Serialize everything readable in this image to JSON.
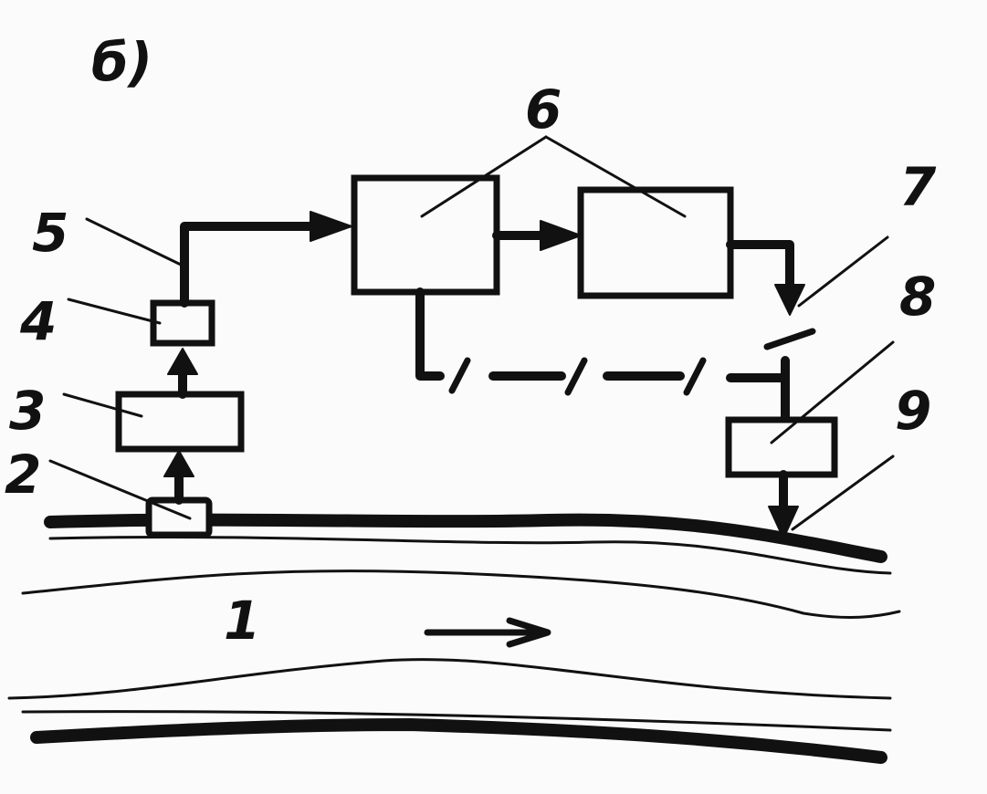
{
  "figure": {
    "subfigure_label": "б)"
  },
  "labels": {
    "pipe": "1",
    "sensor": "2",
    "block3": "3",
    "block4": "4",
    "line5": "5",
    "blocks6": "6",
    "arrow7": "7",
    "block8": "8",
    "arrow9": "9"
  }
}
